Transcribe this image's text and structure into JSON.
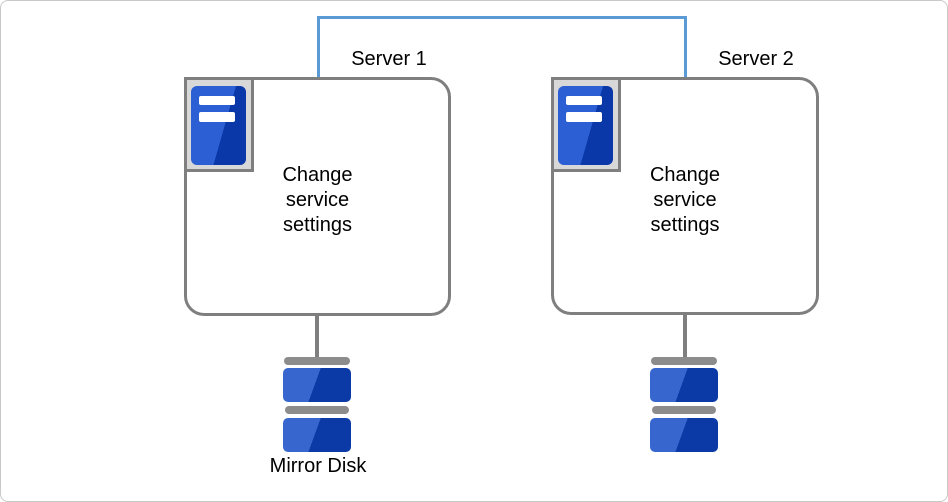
{
  "diagram": {
    "servers": [
      {
        "label": "Server 1",
        "box_lines": [
          "Change",
          "service",
          "settings"
        ]
      },
      {
        "label": "Server 2",
        "box_lines": [
          "Change",
          "service",
          "settings"
        ]
      }
    ],
    "disks": [
      {
        "label": "Mirror Disk"
      },
      {
        "label": ""
      }
    ],
    "icons": {
      "server_icon": "server-icon",
      "disk_icon": "disk-stack-icon",
      "connector": "network-link-line"
    },
    "colors": {
      "connector_blue": "#5B9BD5",
      "border_gray": "#7F7F7F",
      "icon_frame_fill": "#D8D8D8",
      "icon_blue_light": "#2B5FD3",
      "icon_blue_dark": "#0A38A8",
      "disk_blue_light": "#3767CE",
      "disk_blue_dark": "#0B3AA6",
      "disk_bar_gray": "#8C8C8C",
      "text_color": "#000000",
      "canvas_border": "#C9C9C9"
    }
  }
}
